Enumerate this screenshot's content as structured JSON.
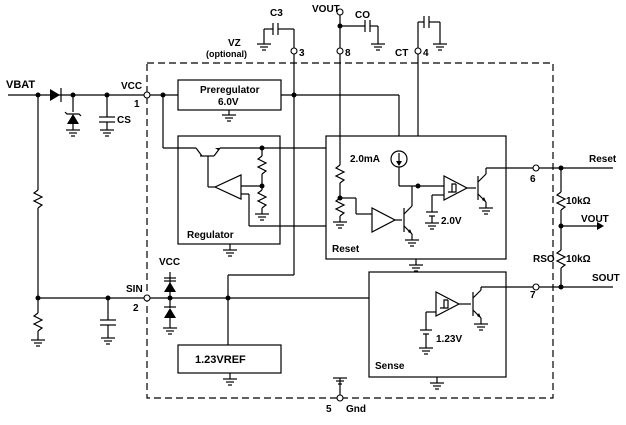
{
  "title": "",
  "labels": {
    "vbat": "VBAT",
    "vcc_pin": "VCC",
    "pin1": "1",
    "cs": "CS",
    "c3": "C3",
    "vout_top": "VOUT",
    "co": "CO",
    "vz": "VZ",
    "vz_optional": "(optional)",
    "pin3": "3",
    "pin8": "8",
    "ct": "CT",
    "pin4": "4",
    "preregulator": "Preregulator",
    "preregulator_voltage": "6.0V",
    "regulator": "Regulator",
    "reset_block": "Reset",
    "current_source": "2.0mA",
    "reset_ref": "2.0V",
    "reset_out": "Reset",
    "pin6": "6",
    "r_top": "10kΩ",
    "vout_right": "VOUT",
    "rso": "RSO",
    "r_bottom": "10kΩ",
    "sout": "SOUT",
    "pin7": "7",
    "vcc_clamp": "VCC",
    "sin": "SIN",
    "pin2": "2",
    "sense_block": "Sense",
    "sense_ref": "1.23V",
    "vref_block": "1.23VREF",
    "gnd": "Gnd",
    "pin5": "5"
  }
}
